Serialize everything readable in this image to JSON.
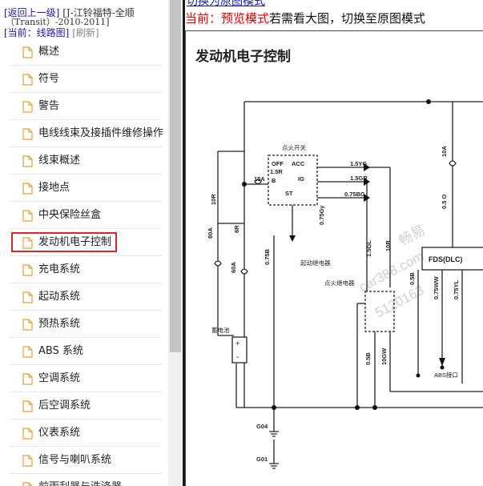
{
  "header": {
    "back_link": "[返回上一级]",
    "vehicle_title": "[J-江铃福特-全顺",
    "vehicle_sub": "（Transit）-2010-2011]",
    "current_label": "[当前：线路图]",
    "refresh": "[刷新]"
  },
  "nav": {
    "items": [
      {
        "label": "概述"
      },
      {
        "label": "符号"
      },
      {
        "label": "警告"
      },
      {
        "label": "电线线束及接插件维修操作"
      },
      {
        "label": "线束概述"
      },
      {
        "label": "接地点"
      },
      {
        "label": "中央保险丝盒"
      },
      {
        "label": "发动机电子控制"
      },
      {
        "label": "充电系统"
      },
      {
        "label": "起动系统"
      },
      {
        "label": "预热系统"
      },
      {
        "label": "ABS 系统"
      },
      {
        "label": "空调系统"
      },
      {
        "label": "后空调系统"
      },
      {
        "label": "仪表系统"
      },
      {
        "label": "信号与喇叭系统"
      },
      {
        "label": "前雨刮器与洗涤器"
      }
    ],
    "active_index": 7
  },
  "top": {
    "switch_link": "切换为原图模式",
    "status_prefix": "当前：",
    "status_mode": "预览模式",
    "status_hint": "若需看大图，切换至原图模式"
  },
  "diagram": {
    "title": "发动机电子控制",
    "labels": {
      "ignition_switch": "点火开关",
      "off": "OFF",
      "acc": "ACC",
      "ig": "IG",
      "st": "ST",
      "b": "B",
      "w15a": "15A",
      "w15r": "1.5R",
      "w15yg": "1.5YG",
      "w15gr": "1.5GR",
      "w075bg": "0.75BG",
      "w075gy": "0.75Gy",
      "starter_relay": "起动继电器",
      "w10r_a": "10R",
      "w80a": "80A",
      "w6r": "6R",
      "w60a": "60A",
      "w075b": "0.75B",
      "w15gl": "1.5GL",
      "w10r_b": "10R",
      "ign_relay": "点火继电器",
      "battery": "蓄电池",
      "w05b_a": "0.5B",
      "w10gw": "10GW",
      "w05b_b": "0.5B",
      "w075ww": "0.75WW",
      "w075yl": "0.75YL",
      "fds": "FDS(DLC)",
      "abs": "ABS接口",
      "w10a": "10A",
      "w05o": "0.5 O",
      "g04": "G04",
      "g01": "G01",
      "plus": "+",
      "minus": "-"
    },
    "watermark": "畅易 car388.com 5120163"
  }
}
